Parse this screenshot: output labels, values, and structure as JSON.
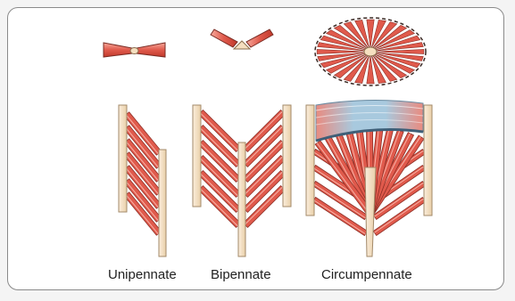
{
  "labels": {
    "unipennate": "Unipennate",
    "bipennate": "Bipennate",
    "circumpennate": "Circumpennate"
  },
  "colors": {
    "muscle": "#e05a4c",
    "muscle_dark": "#b8362b",
    "muscle_light": "#f39a8d",
    "tendon": "#f5dfc0",
    "tendon_outline": "#a38a6a",
    "aponeurosis": "#a7c8dd",
    "outline": "#5a2b25"
  }
}
